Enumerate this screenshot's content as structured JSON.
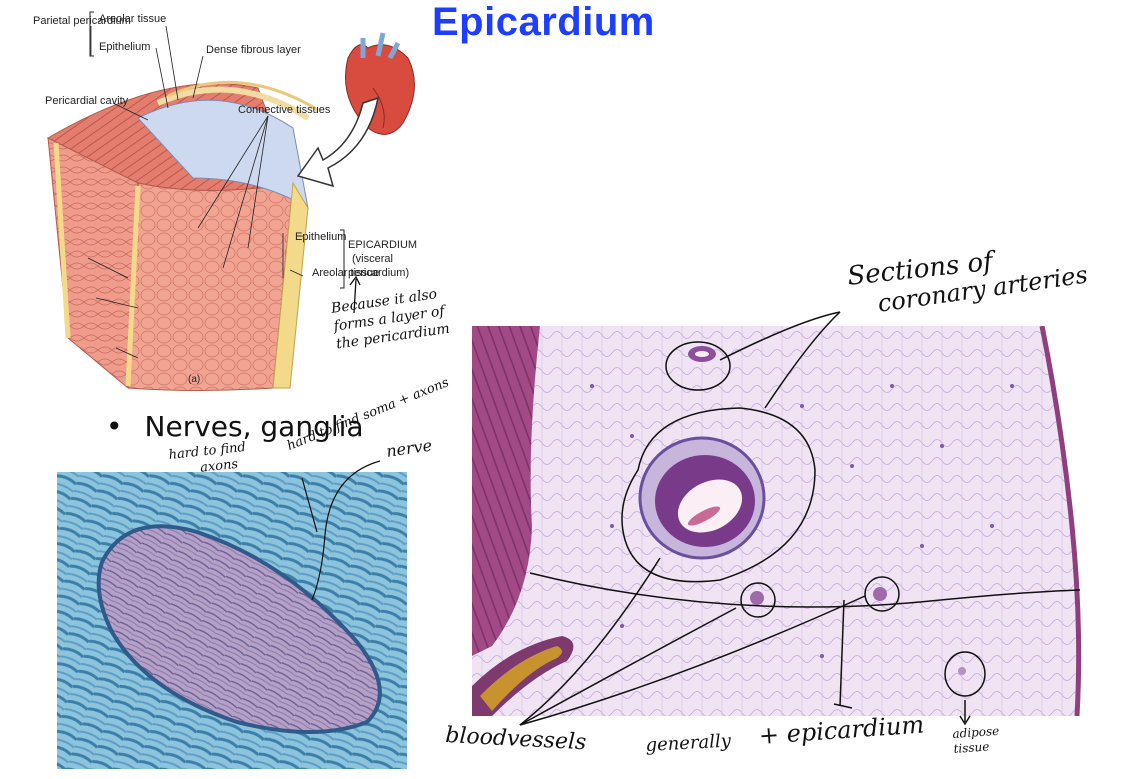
{
  "slide": {
    "title": "Epicardium",
    "bullet": "Nerves, ganglia"
  },
  "diagram": {
    "labels": {
      "parietal_pericardium": "Parietal pericardium",
      "areolar_tissue_top": "Areolar tissue",
      "epithelium_top": "Epithelium",
      "dense_fibrous_layer": "Dense fibrous layer",
      "pericardial_cavity": "Pericardial cavity",
      "connective_tissues": "Connective tissues",
      "epithelium_bottom": "Epithelium",
      "areolar_tissue_bottom": "Areolar tissue",
      "epicardium": "EPICARDIUM",
      "visceral": "(visceral",
      "pericardium": "pericardium)",
      "panel": "(a)"
    }
  },
  "annotations": {
    "because_note": [
      "Because it also",
      "forms a layer of",
      "the pericardium"
    ],
    "hard_to_find_axons": [
      "hard to find",
      "axons"
    ],
    "hard_to_find_soma": "hard to find soma + axons",
    "nerve": "nerve",
    "sections_of": "Sections of",
    "coronary_arteries": "coronary arteries",
    "bloodvessels": "bloodvessels",
    "generally": "generally",
    "epicardium": "+ epicardium",
    "adipose": [
      "adipose",
      "tissue"
    ]
  },
  "colors": {
    "title": "#1f3dff",
    "tissue_pink": "#e08a7a",
    "histology_purple": "#c9a6d6",
    "nerve_stain_blue": "#5fa8c8"
  }
}
